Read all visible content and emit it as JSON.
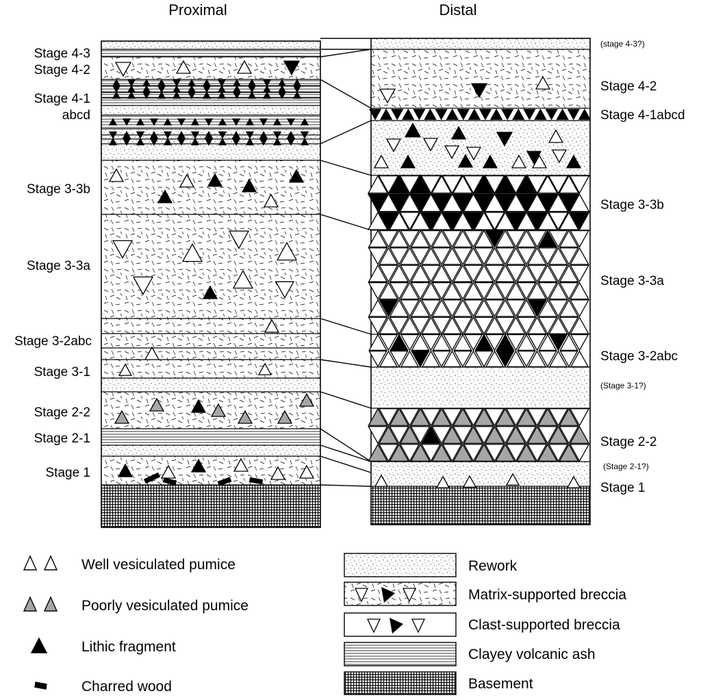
{
  "headers": {
    "proximal": "Proximal",
    "distal": "Distal"
  },
  "proximal_labels": [
    {
      "id": "p43",
      "text": "Stage 4-3"
    },
    {
      "id": "p42",
      "text": "Stage 4-2"
    },
    {
      "id": "p41",
      "text": "Stage 4-1"
    },
    {
      "id": "p41b",
      "text": "abcd"
    },
    {
      "id": "p33b",
      "text": "Stage 3-3b"
    },
    {
      "id": "p33a",
      "text": "Stage 3-3a"
    },
    {
      "id": "p32",
      "text": "Stage 3-2abc"
    },
    {
      "id": "p31",
      "text": "Stage 3-1"
    },
    {
      "id": "p22",
      "text": "Stage 2-2"
    },
    {
      "id": "p21",
      "text": "Stage 2-1"
    },
    {
      "id": "p1",
      "text": "Stage 1"
    }
  ],
  "distal_labels": [
    {
      "id": "d43",
      "text": "(stage 4-3?)"
    },
    {
      "id": "d42",
      "text": "Stage 4-2"
    },
    {
      "id": "d41",
      "text": "Stage 4-1abcd"
    },
    {
      "id": "d33b",
      "text": "Stage 3-3b"
    },
    {
      "id": "d33a",
      "text": "Stage 3-3a"
    },
    {
      "id": "d32",
      "text": "Stage 3-2abc"
    },
    {
      "id": "d31",
      "text": "(Stage 3-1?)"
    },
    {
      "id": "d22",
      "text": "Stage 2-2"
    },
    {
      "id": "d21",
      "text": "(Stage 2-1?)"
    },
    {
      "id": "d1",
      "text": "Stage 1"
    }
  ],
  "legend_left": [
    {
      "id": "well",
      "text": "Well vesiculated pumice",
      "icon": "white-triangles"
    },
    {
      "id": "poor",
      "text": "Poorly vesiculated pumice",
      "icon": "gray-triangles"
    },
    {
      "id": "lithic",
      "text": "Lithic fragment",
      "icon": "black-triangle"
    },
    {
      "id": "wood",
      "text": "Charred wood",
      "icon": "charred-wood"
    }
  ],
  "legend_right": [
    {
      "id": "rework",
      "text": "Rework",
      "pattern": "dots"
    },
    {
      "id": "matrix",
      "text": "Matrix-supported breccia",
      "pattern": "dashes"
    },
    {
      "id": "clast",
      "text": "Clast-supported breccia",
      "pattern": "plain"
    },
    {
      "id": "clay",
      "text": "Clayey volcanic ash",
      "pattern": "hlines"
    },
    {
      "id": "basement",
      "text": "Basement",
      "pattern": "grid"
    }
  ],
  "colors": {
    "ink": "#000000",
    "gray_pumice": "#a6a6a6",
    "background": "#ffffff"
  }
}
